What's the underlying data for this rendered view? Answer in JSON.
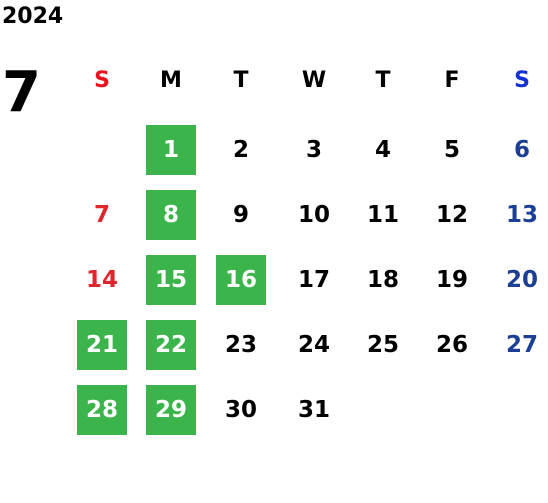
{
  "calendar": {
    "year": "2024",
    "month": "7",
    "weekdays": [
      "S",
      "M",
      "T",
      "W",
      "T",
      "F",
      "S"
    ],
    "start_offset": 1,
    "days": [
      "1",
      "2",
      "3",
      "4",
      "5",
      "6",
      "7",
      "8",
      "9",
      "10",
      "11",
      "12",
      "13",
      "14",
      "15",
      "16",
      "17",
      "18",
      "19",
      "20",
      "21",
      "22",
      "23",
      "24",
      "25",
      "26",
      "27",
      "28",
      "29",
      "30",
      "31"
    ],
    "highlighted_days": [
      "1",
      "8",
      "15",
      "16",
      "21",
      "22",
      "28",
      "29"
    ],
    "colors": {
      "highlight": "#3bb54b",
      "highlight_text": "#ffffff",
      "sunday_header": "#e8141d",
      "saturday_header": "#1432d2",
      "sunday_date": "#e0262c",
      "saturday_date": "#1c3f96",
      "default_text": "#000000"
    }
  }
}
